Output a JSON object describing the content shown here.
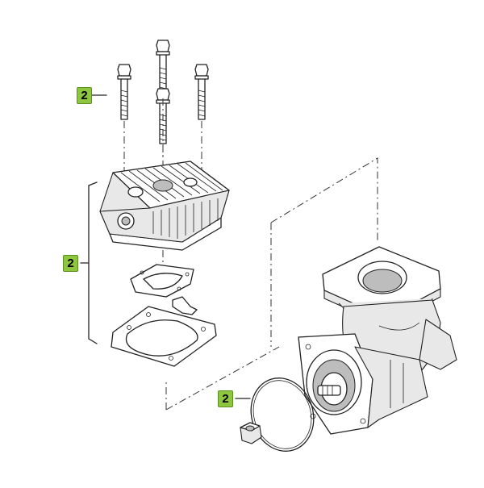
{
  "callouts": [
    {
      "id": "bolts",
      "label": "2"
    },
    {
      "id": "head-assembly",
      "label": "2"
    },
    {
      "id": "o-ring",
      "label": "2"
    }
  ]
}
